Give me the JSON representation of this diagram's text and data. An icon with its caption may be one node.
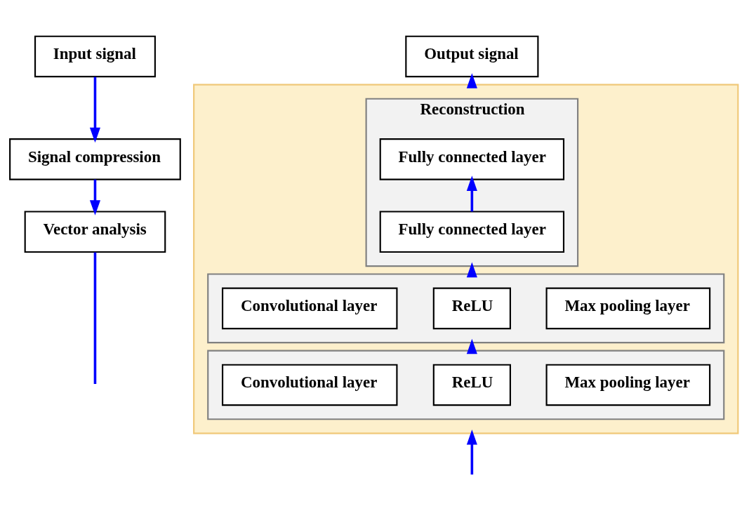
{
  "diagram": {
    "nodes": [
      {
        "text": [
          "Input signal"
        ]
      },
      {
        "text": [
          "Signal compression"
        ]
      },
      {
        "text": [
          "Vector analysis"
        ]
      },
      {
        "text": [
          "Output signal"
        ]
      },
      {
        "text": [],
        "shape": "box"
      },
      {
        "text": [
          "Reconstruction"
        ],
        "in": 4
      },
      {
        "text": [
          "Fully connected layer"
        ],
        "in": 5
      },
      {
        "text": [
          "Fully connected layer"
        ],
        "in": 5
      },
      {
        "text": [],
        "shape": "box",
        "in": 4
      },
      {
        "text": [
          "Convolutional layer"
        ],
        "in": 8
      },
      {
        "text": [
          "ReLU"
        ],
        "in": 8
      },
      {
        "text": [
          "Max pooling layer"
        ],
        "in": 8
      },
      {
        "text": [],
        "shape": "box",
        "in": 4
      },
      {
        "text": [
          "Convolutional layer"
        ],
        "in": 12
      },
      {
        "text": [
          "ReLU"
        ],
        "in": 12
      },
      {
        "text": [
          "Max pooling layer"
        ],
        "in": 12
      }
    ],
    "edges": [
      {
        "from": 0,
        "to": 1,
        "arrow": "to"
      },
      {
        "from": 1,
        "to": 2,
        "arrow": "to"
      },
      {
        "from": 2,
        "to": null,
        "arrow": "none"
      },
      {
        "from": 7,
        "to": 6,
        "arrow": "to"
      },
      {
        "from": 8,
        "to": 5,
        "arrow": "to"
      },
      {
        "from": 12,
        "to": 8,
        "arrow": "to"
      },
      {
        "from": 4,
        "to": 3,
        "arrow": "to"
      },
      {
        "from": null,
        "to": 4,
        "arrow": "to"
      }
    ]
  }
}
